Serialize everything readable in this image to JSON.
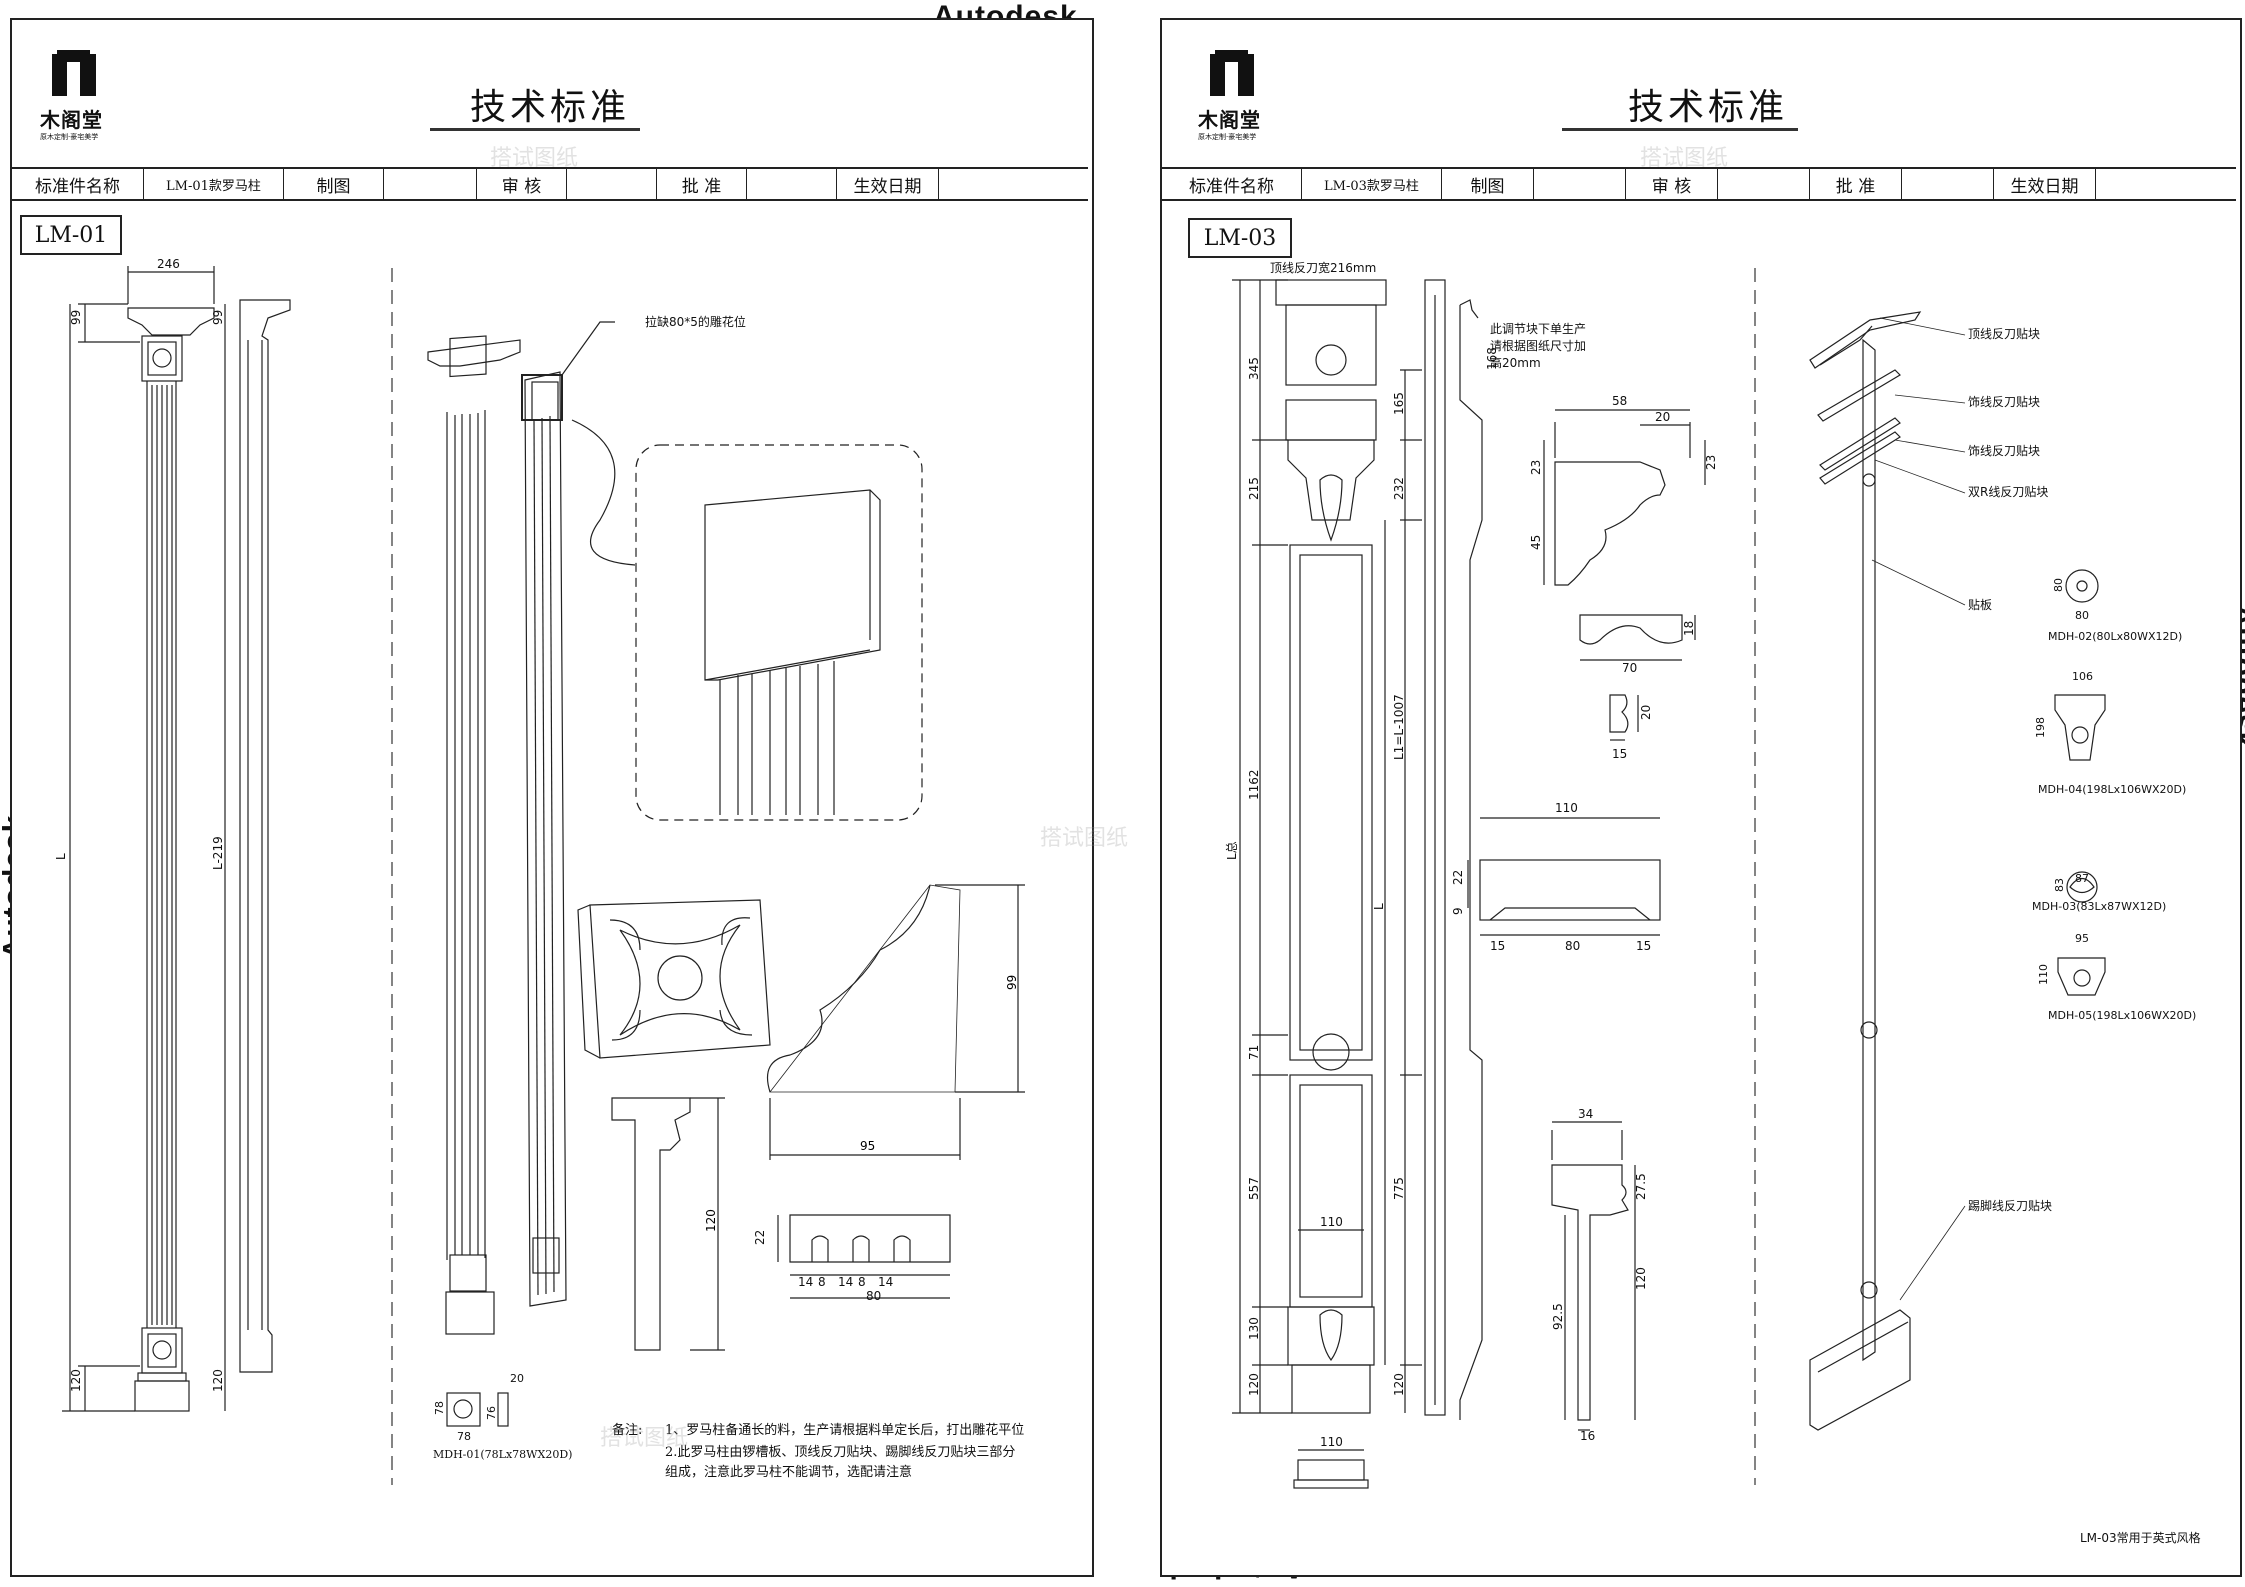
{
  "brand_text": "Autodesk",
  "watermark_text": "搭试图纸",
  "logo": {
    "text": "木阁堂",
    "tagline": "原木定制·豪宅美学"
  },
  "left_sheet": {
    "title": "技术标准",
    "info": {
      "name_label": "标准件名称",
      "name_value": "LM-01款罗马柱",
      "draw_label": "制图",
      "review_label": "审 核",
      "approve_label": "批 准",
      "date_label": "生效日期"
    },
    "code": "LM-01",
    "dims": {
      "width_top": "246",
      "h_top": "99",
      "h_top_side": "99",
      "h_total": "L",
      "h_shaft": "L-219",
      "h_base": "120",
      "h_base_side": "120",
      "profile_h": "99",
      "profile_w": "95",
      "base_h": "120",
      "groove_h": "22",
      "groove_a": "14",
      "groove_b": "8",
      "groove_c": "14",
      "groove_d": "8",
      "groove_e": "14",
      "groove_w": "80",
      "ornament_w": "78",
      "ornament_h": "78",
      "ornament_t": "20",
      "ornament_t2": "76"
    },
    "callout": "拉缺80*5的雕花位",
    "ornament_caption": "MDH-01(78Lx78WX20D)",
    "note_title": "备注:",
    "note_1": "1、罗马柱备通长的料，生产请根据料单定长后，打出雕花平位",
    "note_2": "2.此罗马柱由锣槽板、顶线反刀贴块、踢脚线反刀贴块三部分",
    "note_3": "组成，注意此罗马柱不能调节，选配请注意"
  },
  "right_sheet": {
    "title": "技术标准",
    "info": {
      "name_label": "标准件名称",
      "name_value": "LM-03款罗马柱",
      "draw_label": "制图",
      "review_label": "审 核",
      "approve_label": "批 准",
      "date_label": "生效日期"
    },
    "code": "LM-03",
    "top_note": "顶线反刀宽216mm",
    "adjust_note_1": "此调节块下单生产",
    "adjust_note_2": "请根据图纸尺寸加",
    "adjust_note_3": "高20mm",
    "dims": {
      "h1": "345",
      "h2": "215",
      "h3": "1162",
      "h4": "71",
      "h5": "557",
      "h6": "130",
      "h7": "120",
      "total": "L总",
      "s1": "165",
      "s2": "232",
      "s3": "L1=L-1007",
      "s4": "L",
      "s5": "775",
      "s6": "120",
      "side_top": "168",
      "plinth_w": "110",
      "mid_w": "110",
      "crown_58": "58",
      "crown_20": "20",
      "crown_23a": "23",
      "crown_23b": "23",
      "crown_45": "45",
      "mold_70": "70",
      "mold_18": "18",
      "mold_20": "20",
      "mold_15": "15",
      "plate_110": "110",
      "plate_22": "22",
      "plate_9": "9",
      "plate_15a": "15",
      "plate_80": "80",
      "plate_15b": "15",
      "base_34": "34",
      "base_27": "27.5",
      "base_120": "120",
      "base_92": "92.5",
      "base_16": "16"
    },
    "exploded_labels": [
      "顶线反刀贴块",
      "饰线反刀贴块",
      "饰线反刀贴块",
      "双R线反刀贴块",
      "贴板",
      "踢脚线反刀贴块"
    ],
    "ornaments": [
      {
        "caption": "MDH-02(80Lx80WX12D)",
        "w": "80",
        "h": "80"
      },
      {
        "caption": "MDH-04(198Lx106WX20D)",
        "w": "106",
        "h": "198"
      },
      {
        "caption": "MDH-03(83Lx87WX12D)",
        "w": "87",
        "h": "83"
      },
      {
        "caption": "MDH-05(198Lx106WX20D)",
        "w": "95",
        "h": "110"
      }
    ],
    "footer_note": "LM-03常用于英式风格"
  }
}
